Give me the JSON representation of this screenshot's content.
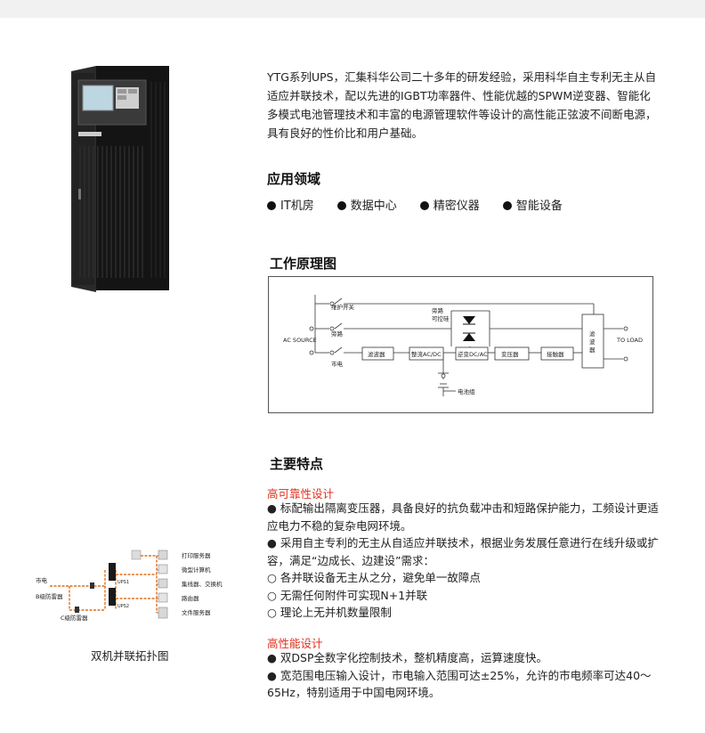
{
  "intro": "YTG系列UPS，汇集科华公司二十多年的研发经验，采用科华自主专利无主从自适应并联技术，配以先进的IGBT功率器件、性能优越的SPWM逆变器、智能化多模式电池管理技术和丰富的电源管理软件等设计的高性能正弦波不间断电源，具有良好的性价比和用户基础。",
  "apps": {
    "heading": "应用领域",
    "items": [
      "IT机房",
      "数据中心",
      "精密仪器",
      "智能设备"
    ]
  },
  "principle": {
    "heading": "工作原理图",
    "labels": {
      "maint_switch": "维护开关",
      "bypass_thyristor_1": "旁路",
      "bypass_thyristor_2": "可控硅",
      "ac_source": "AC SOURCE",
      "bypass": "旁路",
      "mains": "市电",
      "filter1": "滤波器",
      "rectifier": "整流AC/DC",
      "inverter": "逆变DC/AC",
      "transformer": "变压器",
      "contactor": "接触器",
      "filter2_1": "滤",
      "filter2_2": "波",
      "filter2_3": "器",
      "to_load": "TO LOAD",
      "battery": "电池组"
    }
  },
  "features": {
    "heading": "主要特点",
    "reliability": {
      "title": "高可靠性设计",
      "lines": [
        "● 标配输出隔离变压器，具备良好的抗负载冲击和短路保护能力，工频设计更适应电力不稳的复杂电网环境。",
        "● 采用自主专利的无主从自适应并联技术，根据业务发展任意进行在线升级或扩容，满足“边成长、边建设”需求：",
        "○ 各并联设备无主从之分，避免单一故障点",
        "○ 无需任何附件可实现N+1并联",
        "○ 理论上无并机数量限制"
      ]
    },
    "performance": {
      "title": "高性能设计",
      "lines": [
        "● 双DSP全数字化控制技术，整机精度高，运算速度快。",
        "● 宽范围电压输入设计，市电输入范围可达±25%，允许的市电频率可达40～65Hz，特别适用于中国电网环境。"
      ]
    }
  },
  "topology": {
    "caption": "双机并联拓扑图",
    "labels": {
      "mains": "市电",
      "b_arrester": "B级防雷器",
      "c_arrester": "C级防雷器",
      "ups1": "UPS1",
      "ups2": "UPS2",
      "print_server": "打印服务器",
      "micro_computer": "微型计算机",
      "hub_switch": "集线器、交换机",
      "router": "路由器",
      "file_server": "文件服务器"
    }
  },
  "colors": {
    "accent": "#e0301e",
    "topbar": "#f1f1f1",
    "cabinet": "#1c1c1c"
  }
}
